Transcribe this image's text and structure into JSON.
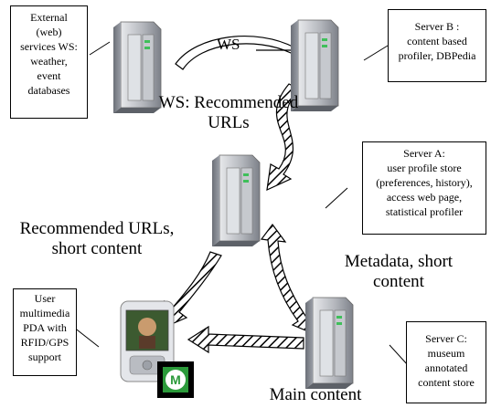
{
  "external_box": {
    "lines": [
      "External",
      "(web)",
      "services WS:",
      "weather,",
      "event",
      "databases"
    ]
  },
  "server_b_box": {
    "lines": [
      "Server B :",
      "content based",
      "profiler, DBPedia"
    ]
  },
  "server_a_box": {
    "lines": [
      "Server A:",
      "user profile store",
      "(preferences, history),",
      "access web page,",
      "statistical profiler"
    ]
  },
  "user_box": {
    "lines": [
      "User",
      "multimedia",
      "PDA with",
      "RFID/GPS",
      "support"
    ]
  },
  "server_c_box": {
    "lines": [
      "Server C:",
      "museum",
      "annotated",
      "content store"
    ]
  },
  "ws_label": "WS",
  "ws_recommended": {
    "lines": [
      "WS: Recommended",
      "URLs"
    ]
  },
  "recommended_short": {
    "lines": [
      "Recommended URLs,",
      "short content"
    ]
  },
  "metadata_short": {
    "lines": [
      "Metadata, short",
      "content"
    ]
  },
  "main_content": "Main content",
  "colors": {
    "arrow_stripe": "#000000",
    "server_body": "#8a8e96",
    "server_light": "#d6d8dc",
    "phone_screen": "#4a6a3a"
  },
  "icons": [
    "server-icon",
    "pda-icon",
    "app-logo-icon"
  ]
}
